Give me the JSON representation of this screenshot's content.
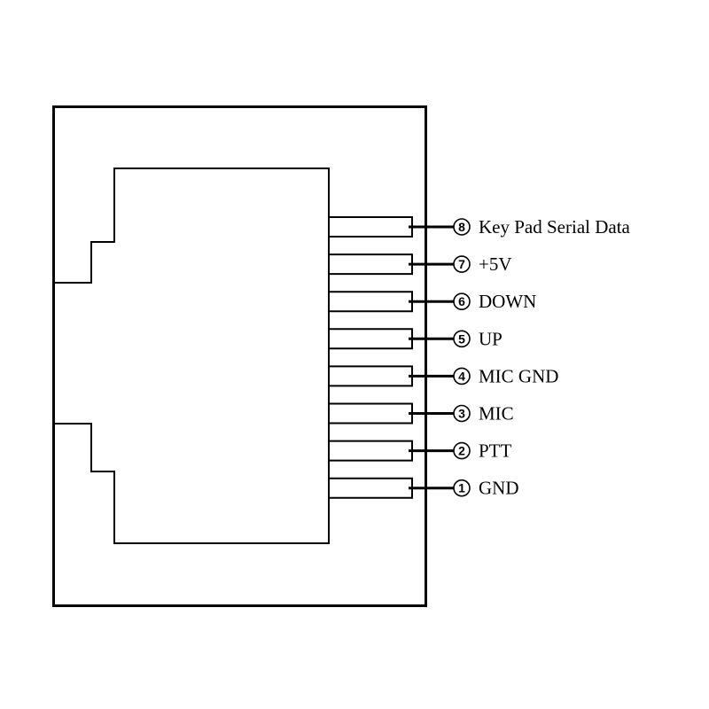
{
  "connector": {
    "pins": [
      {
        "number": "8",
        "label": "Key Pad Serial Data"
      },
      {
        "number": "7",
        "label": "+5V"
      },
      {
        "number": "6",
        "label": "DOWN"
      },
      {
        "number": "5",
        "label": "UP"
      },
      {
        "number": "4",
        "label": "MIC GND"
      },
      {
        "number": "3",
        "label": "MIC"
      },
      {
        "number": "2",
        "label": "PTT"
      },
      {
        "number": "1",
        "label": "GND"
      }
    ]
  },
  "colors": {
    "stroke": "#000000",
    "background": "#ffffff"
  }
}
